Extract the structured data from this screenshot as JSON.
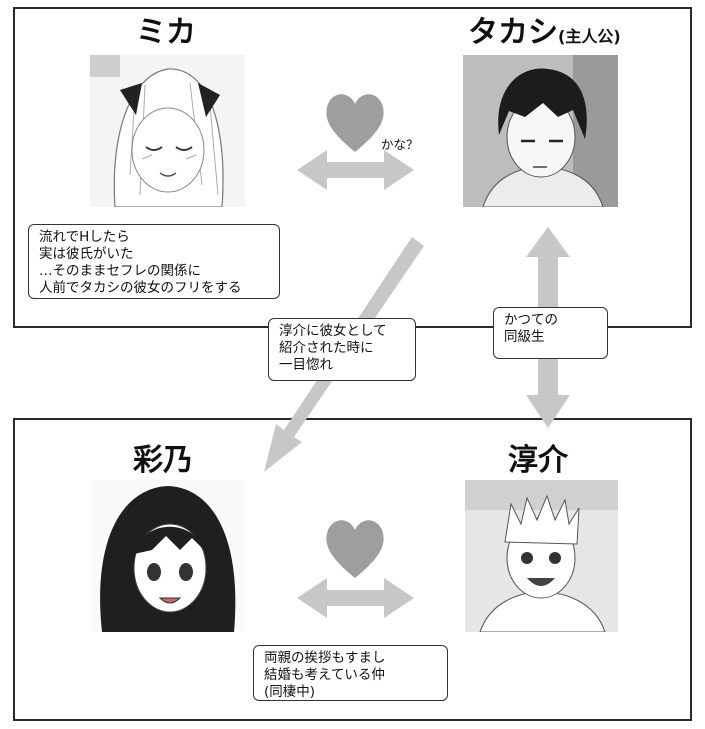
{
  "top_panel": {
    "left_name": "ミカ",
    "right_name": "タカシ",
    "right_name_suffix": "(主人公)",
    "heart_note": "かな？",
    "mika_note": "流れでHしたら\n実は彼氏がいた\n…そのままセフレの関係に\n人前でタカシの彼女のフリをする"
  },
  "middle": {
    "crush_note": "淳介に彼女として\n紹介された時に\n一目惚れ",
    "classmate_note": "かつての\n同級生"
  },
  "bottom_panel": {
    "left_name": "彩乃",
    "right_name": "淳介",
    "couple_note": "両親の挨拶もすまし\n結婚も考えている仲\n(同棲中)"
  },
  "colors": {
    "heart": "#9e9e9e",
    "arrow": "#c7c7c7",
    "border": "#2a2a2a"
  }
}
